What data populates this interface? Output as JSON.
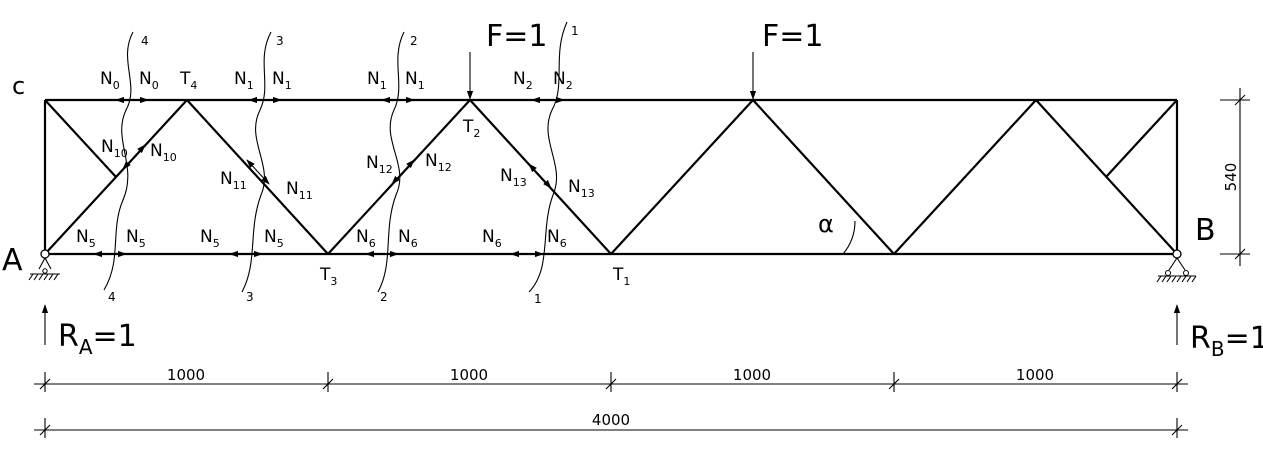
{
  "nodes": {
    "c": "c",
    "A": "A",
    "B": "B",
    "T1": {
      "base": "T",
      "sub": "1"
    },
    "T2": {
      "base": "T",
      "sub": "2"
    },
    "T3": {
      "base": "T",
      "sub": "3"
    },
    "T4": {
      "base": "T",
      "sub": "4"
    }
  },
  "loads": {
    "F1": "F=1",
    "F2": "F=1"
  },
  "reactions": {
    "RA": {
      "base": "R",
      "sub": "A",
      "tail": "=1"
    },
    "RB": {
      "base": "R",
      "sub": "B",
      "tail": "=1"
    }
  },
  "angle": "α",
  "sections": [
    "1",
    "2",
    "3",
    "4"
  ],
  "forces": {
    "N0": {
      "base": "N",
      "sub": "0"
    },
    "N1": {
      "base": "N",
      "sub": "1"
    },
    "N2": {
      "base": "N",
      "sub": "2"
    },
    "N5": {
      "base": "N",
      "sub": "5"
    },
    "N6": {
      "base": "N",
      "sub": "6"
    },
    "N10": {
      "base": "N",
      "sub": "10"
    },
    "N11": {
      "base": "N",
      "sub": "11"
    },
    "N12": {
      "base": "N",
      "sub": "12"
    },
    "N13": {
      "base": "N",
      "sub": "13"
    }
  },
  "dimensions": {
    "bays": [
      "1000",
      "1000",
      "1000",
      "1000"
    ],
    "total": "4000",
    "height": "540"
  }
}
